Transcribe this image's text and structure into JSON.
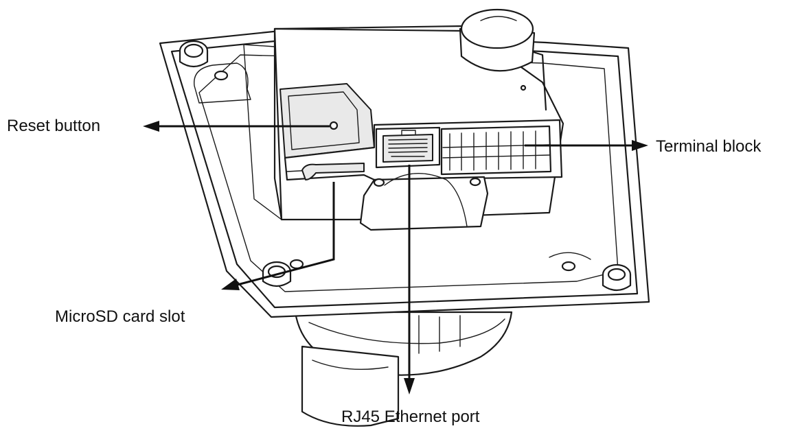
{
  "labels": {
    "reset_button": "Reset button",
    "terminal_block": "Terminal block",
    "microsd_card_slot": "MicroSD card slot",
    "rj45_port": "RJ45 Ethernet port"
  },
  "colors": {
    "line": "#1a1a1a",
    "background": "#ffffff"
  }
}
